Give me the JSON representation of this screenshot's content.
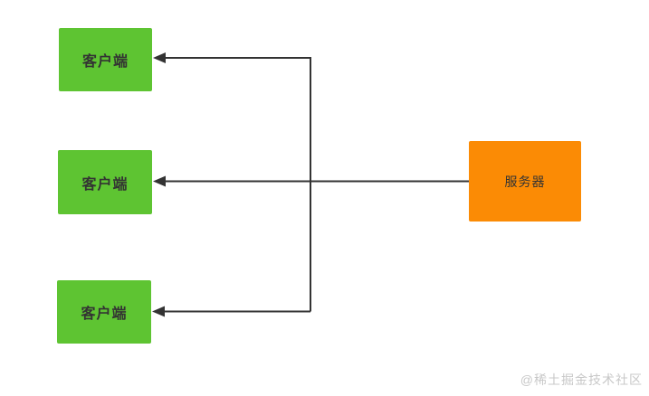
{
  "diagram": {
    "clients": [
      {
        "label": "客户端"
      },
      {
        "label": "客户端"
      },
      {
        "label": "客户端"
      }
    ],
    "server": {
      "label": "服务器"
    },
    "colors": {
      "client_fill": "#5EC432",
      "server_fill": "#FB8B05",
      "line": "#333333",
      "node_text": "#333333",
      "watermark_text": "#C8C8C8"
    }
  },
  "watermark": {
    "text": "@稀土掘金技术社区"
  }
}
